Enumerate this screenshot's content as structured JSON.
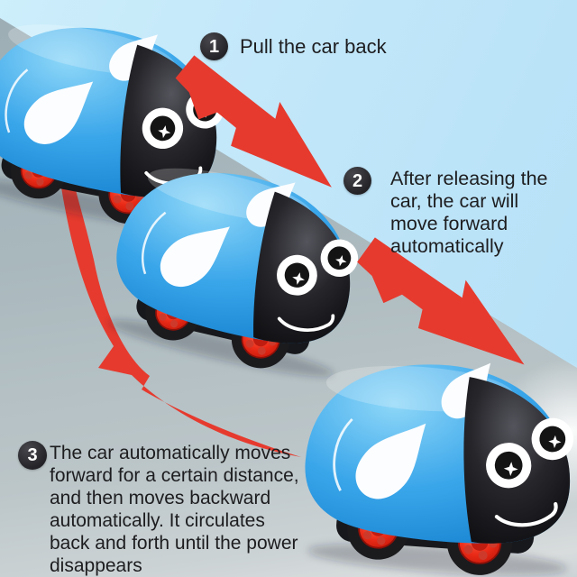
{
  "steps": [
    {
      "number": "1",
      "lines": [
        "Pull the car back"
      ]
    },
    {
      "number": "2",
      "lines": [
        "After releasing the",
        "car, the car will",
        "move forward",
        "automatically"
      ]
    },
    {
      "number": "3",
      "lines": [
        "The car automatically moves",
        "forward for a certain distance,",
        "and then moves backward",
        "automatically. It circulates",
        "back and forth until the power",
        "disappears"
      ]
    }
  ],
  "colors": {
    "background_sky_blue": "#c0e6f9",
    "background_floor_gray": "#a9b8bd",
    "arrow_red": "#e63a2e",
    "car_body_blue": "#2d9ce8",
    "car_face_black": "#17171a",
    "wheel_hub_red": "#e8301c",
    "eye_white": "#ffffff",
    "badge_background": "#2d2d30",
    "badge_number": "#ffffff",
    "text_color": "#1d1d1f"
  },
  "icons": {
    "arrow_pull_back": "lightning-arrow-down-right",
    "arrow_release_forward": "lightning-arrow-down-right",
    "arrow_circulate": "curved-swoosh-arrow"
  }
}
